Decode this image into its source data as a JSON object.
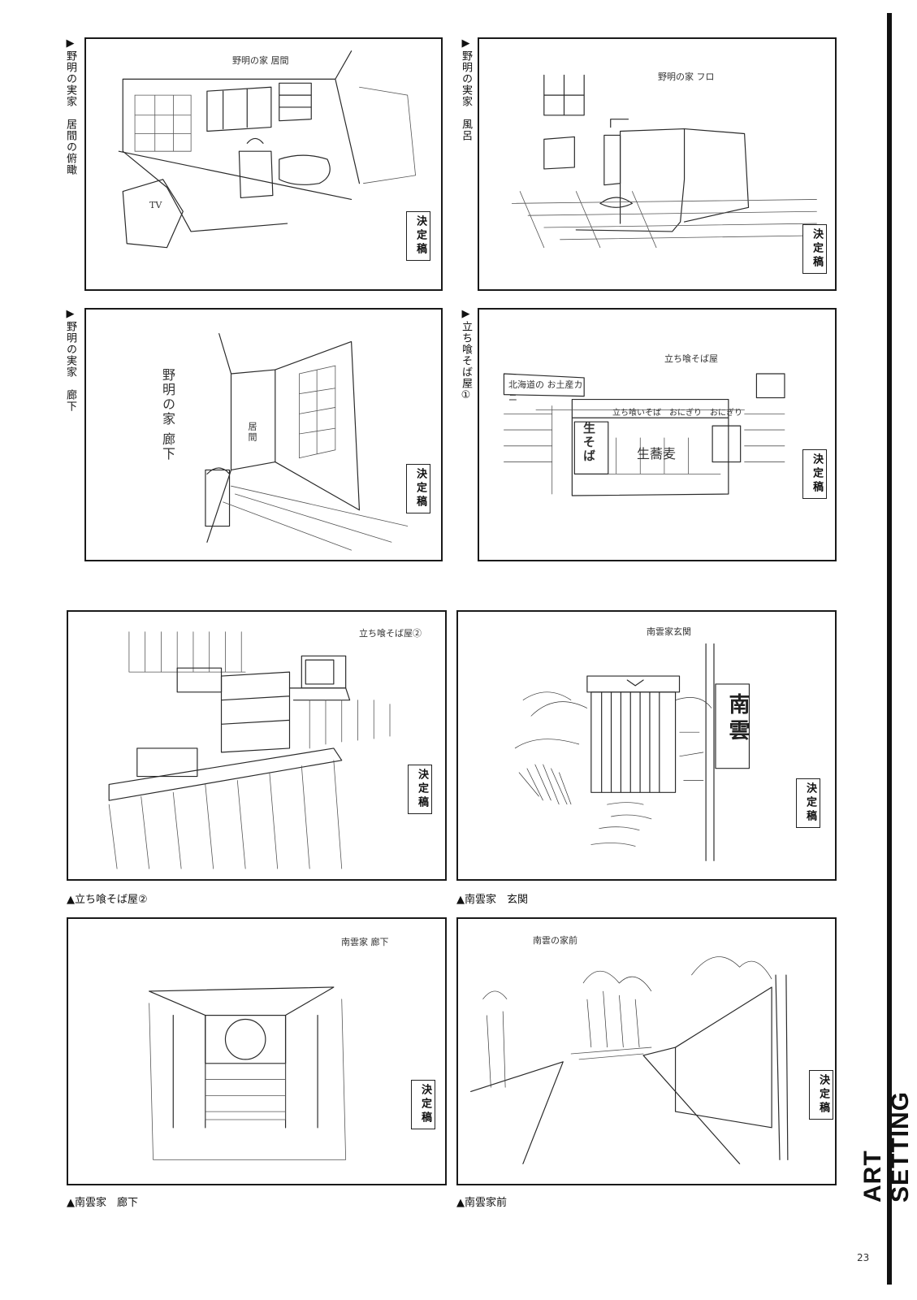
{
  "panels": [
    {
      "caption": "▶野明の実家　居間の俯瞰",
      "note": "野明の家 居間",
      "stamp": "決定稿",
      "labels": {
        "tv": "TV"
      }
    },
    {
      "caption": "▶野明の実家　風呂",
      "note": "野明の家 フロ",
      "stamp": "決定稿"
    },
    {
      "caption": "▶野明の実家　廊下",
      "note": "野明の家 廊下",
      "stamp": "決定稿",
      "labels": {
        "ima": "居間"
      }
    },
    {
      "caption": "▶立ち喰そば屋①",
      "note": "立ち喰そば屋",
      "stamp": "決定稿",
      "labels": {
        "sign_top": "北海道の お土産カニ",
        "sign_main": "立ち喰いそば　おにぎり　おにぎり",
        "shop_name": "生そば",
        "shop_name2": "生蕎麦"
      }
    },
    {
      "caption": "▲立ち喰そば屋②",
      "note": "立ち喰そば屋②",
      "stamp": "決定稿"
    },
    {
      "caption": "▲南雲家　玄関",
      "note": "南雲家玄関",
      "stamp": "決定稿",
      "labels": {
        "nameplate": "南雲"
      }
    },
    {
      "caption": "▲南雲家　廊下",
      "note": "南雲家 廊下",
      "stamp": "決定稿"
    },
    {
      "caption": "▲南雲家前",
      "note": "南雲の家前",
      "stamp": "決定稿"
    }
  ],
  "side_title": "ART SETTING",
  "page_number": "23"
}
